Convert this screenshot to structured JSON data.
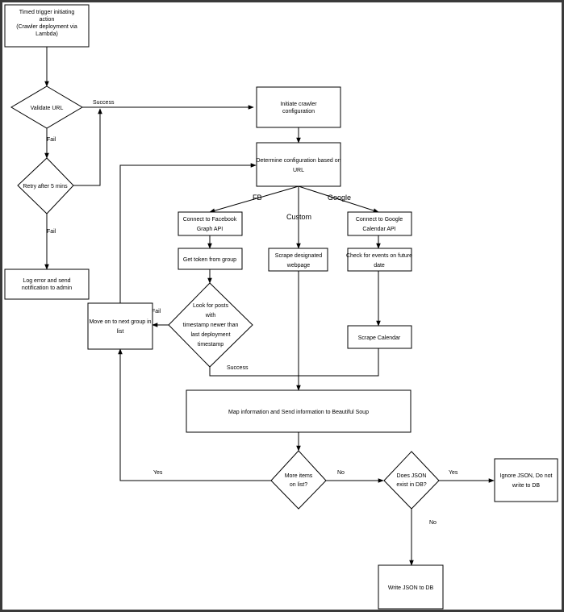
{
  "nodes": {
    "trigger": [
      "Timed trigger initiating",
      "action",
      "(Crawler deployment via",
      "Lambda)"
    ],
    "validate": [
      "Validate URL"
    ],
    "retry": [
      "Retry after 5 mins"
    ],
    "log_error": [
      "Log error and send",
      "notification to admin"
    ],
    "init_crawler": [
      "Initiate crawler",
      "configuration"
    ],
    "determine": [
      "Determine configuration based on",
      "URL"
    ],
    "connect_fb": [
      "Connect to Facebook",
      "Graph API"
    ],
    "get_token": [
      "Get token from group"
    ],
    "look_posts": [
      "Look for posts",
      "with",
      "timestamp newer than",
      "last deployment",
      "timestamp"
    ],
    "move_next": [
      "Move on to next group in",
      "list"
    ],
    "scrape_web": [
      "Scrape designated",
      "webpage"
    ],
    "connect_google": [
      "Connect to Google",
      "Calendar API"
    ],
    "check_events": [
      "Check for events on future",
      "date"
    ],
    "scrape_cal": [
      "Scrape Calendar"
    ],
    "map_info": [
      "Map information and Send information to Beautiful Soup"
    ],
    "more_items": [
      "More items",
      "on list?"
    ],
    "json_exists": [
      "Does JSON",
      "exist in DB?"
    ],
    "ignore_json": [
      "Ignore JSON, Do not",
      "write to DB"
    ],
    "write_json": [
      "Write JSON to DB"
    ]
  },
  "edge_labels": {
    "success_top": "Success",
    "fail_validate": "Fail",
    "fail_retry": "Fail",
    "fb": "FB",
    "custom": "Custom",
    "google": "Google",
    "fail_look": "Fail",
    "success_look": "Success",
    "yes_more": "Yes",
    "no_more": "No",
    "yes_json": "Yes",
    "no_json": "No"
  }
}
